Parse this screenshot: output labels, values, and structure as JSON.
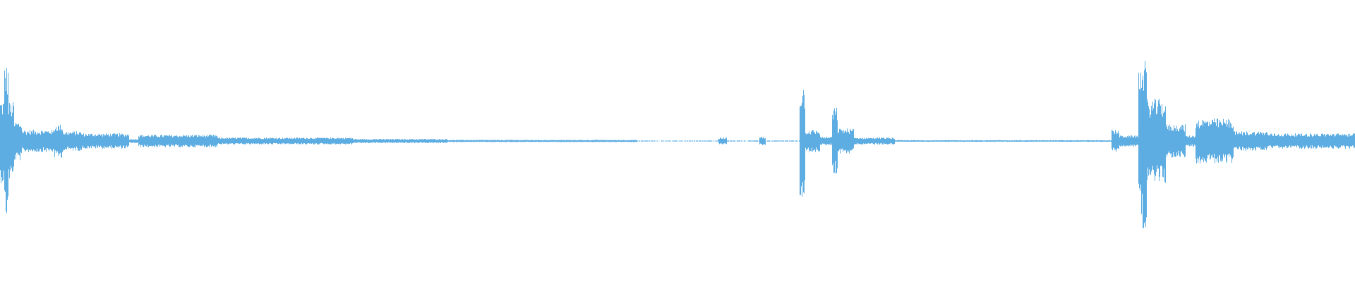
{
  "waveform": {
    "color": "#5dade2",
    "background": "#ffffff",
    "segments": [
      {
        "start": 0.0,
        "end": 0.003,
        "amp": 0.3
      },
      {
        "start": 0.003,
        "end": 0.006,
        "amp": 0.55
      },
      {
        "start": 0.006,
        "end": 0.01,
        "amp": 0.28
      },
      {
        "start": 0.01,
        "end": 0.016,
        "amp": 0.14
      },
      {
        "start": 0.016,
        "end": 0.04,
        "amp": 0.08
      },
      {
        "start": 0.04,
        "end": 0.046,
        "amp": 0.12
      },
      {
        "start": 0.046,
        "end": 0.06,
        "amp": 0.07
      },
      {
        "start": 0.06,
        "end": 0.095,
        "amp": 0.055
      },
      {
        "start": 0.095,
        "end": 0.102,
        "amp": 0.015
      },
      {
        "start": 0.102,
        "end": 0.16,
        "amp": 0.045
      },
      {
        "start": 0.16,
        "end": 0.26,
        "amp": 0.025
      },
      {
        "start": 0.26,
        "end": 0.33,
        "amp": 0.015
      },
      {
        "start": 0.33,
        "end": 0.47,
        "amp": 0.008
      },
      {
        "start": 0.47,
        "end": 0.53,
        "amp": 0.003
      },
      {
        "start": 0.53,
        "end": 0.536,
        "amp": 0.025
      },
      {
        "start": 0.536,
        "end": 0.56,
        "amp": 0.004
      },
      {
        "start": 0.56,
        "end": 0.565,
        "amp": 0.03
      },
      {
        "start": 0.565,
        "end": 0.59,
        "amp": 0.004
      },
      {
        "start": 0.59,
        "end": 0.594,
        "amp": 0.4
      },
      {
        "start": 0.594,
        "end": 0.605,
        "amp": 0.08
      },
      {
        "start": 0.605,
        "end": 0.614,
        "amp": 0.03
      },
      {
        "start": 0.614,
        "end": 0.618,
        "amp": 0.24
      },
      {
        "start": 0.618,
        "end": 0.63,
        "amp": 0.09
      },
      {
        "start": 0.63,
        "end": 0.66,
        "amp": 0.025
      },
      {
        "start": 0.66,
        "end": 0.82,
        "amp": 0.006
      },
      {
        "start": 0.82,
        "end": 0.826,
        "amp": 0.08
      },
      {
        "start": 0.826,
        "end": 0.84,
        "amp": 0.04
      },
      {
        "start": 0.84,
        "end": 0.843,
        "amp": 0.55
      },
      {
        "start": 0.843,
        "end": 0.846,
        "amp": 0.62
      },
      {
        "start": 0.846,
        "end": 0.86,
        "amp": 0.3
      },
      {
        "start": 0.86,
        "end": 0.875,
        "amp": 0.12
      },
      {
        "start": 0.875,
        "end": 0.882,
        "amp": 0.04
      },
      {
        "start": 0.882,
        "end": 0.91,
        "amp": 0.16
      },
      {
        "start": 0.91,
        "end": 0.935,
        "amp": 0.07
      },
      {
        "start": 0.935,
        "end": 1.0,
        "amp": 0.055
      }
    ]
  }
}
